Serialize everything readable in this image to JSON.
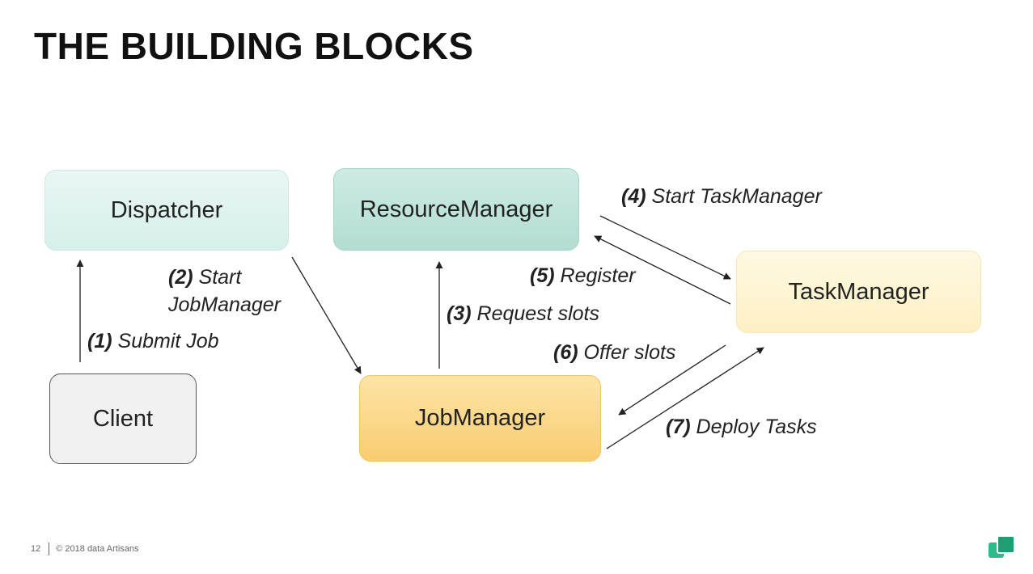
{
  "title": "THE BUILDING BLOCKS",
  "boxes": {
    "dispatcher": "Dispatcher",
    "resourcemanager": "ResourceManager",
    "taskmanager": "TaskManager",
    "client": "Client",
    "jobmanager": "JobManager"
  },
  "steps": [
    {
      "num": "(1)",
      "text": "Submit Job"
    },
    {
      "num": "(2)",
      "text": "Start",
      "text2": "JobManager"
    },
    {
      "num": "(3)",
      "text": "Request slots"
    },
    {
      "num": "(4)",
      "text": "Start TaskManager"
    },
    {
      "num": "(5)",
      "text": "Register"
    },
    {
      "num": "(6)",
      "text": "Offer slots"
    },
    {
      "num": "(7)",
      "text": "Deploy Tasks"
    }
  ],
  "footer": {
    "page_number": "12",
    "copyright": "© 2018 data Artisans"
  },
  "colors": {
    "dispatcher": "#e9f7f4",
    "resourcemanager": "#bfe3d9",
    "taskmanager": "#fdf3cf",
    "client": "#f1f1f1",
    "jobmanager": "#fbd682",
    "logo": "#2bbc8a"
  },
  "icons": [
    "data-artisans-logo"
  ]
}
